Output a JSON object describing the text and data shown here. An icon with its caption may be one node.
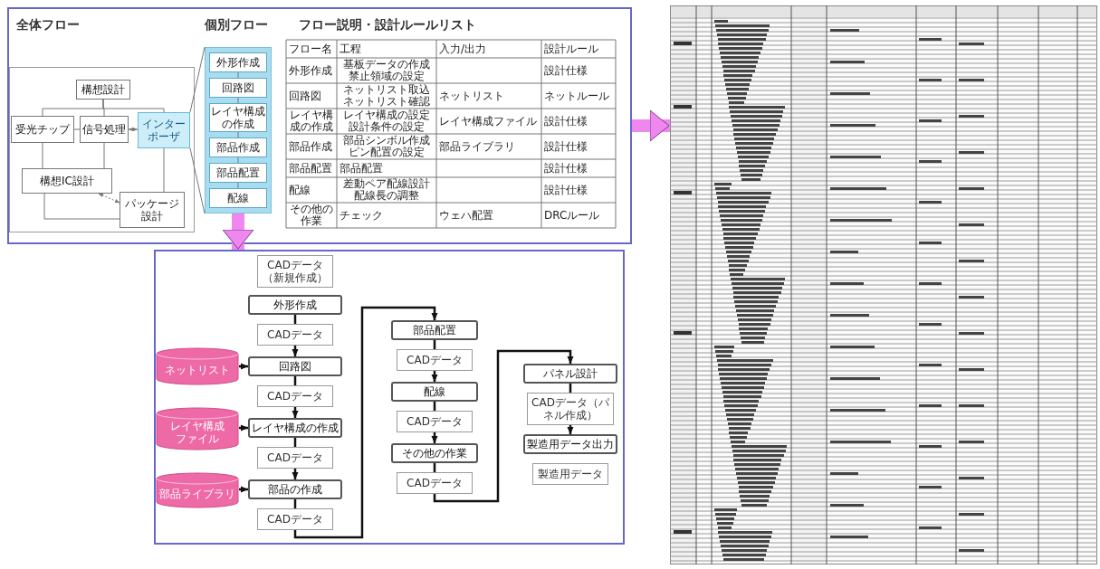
{
  "diagram": {
    "nodes": [
      {
        "text": [],
        "shape": "box"
      },
      {
        "text": [
          "構想設計"
        ],
        "in": 0
      },
      {
        "text": [
          "受光チップ"
        ],
        "in": 0
      },
      {
        "text": [
          "信号処理"
        ],
        "in": 0
      },
      {
        "text": [
          "インターポーザ"
        ],
        "in": 0
      },
      {
        "text": [
          "構想IC設計"
        ],
        "in": 0
      },
      {
        "text": [
          "パッケージ設計"
        ],
        "in": 0
      },
      {
        "text": [],
        "shape": "band",
        "in": 0
      },
      {
        "text": [
          "外形作成"
        ],
        "in": 7
      },
      {
        "text": [
          "回路図"
        ],
        "in": 7
      },
      {
        "text": [
          "レイヤ構成の作成"
        ],
        "in": 7
      },
      {
        "text": [
          "部品作成"
        ],
        "in": 7
      },
      {
        "text": [
          "部品配置"
        ],
        "in": 7
      },
      {
        "text": [
          "配線"
        ],
        "in": 7
      },
      {
        "text": [],
        "shape": "box"
      },
      {
        "text": [
          "CADデータ（新規作成）"
        ],
        "in": 14
      },
      {
        "text": [
          "外形作成"
        ],
        "in": 14
      },
      {
        "text": [
          "CADデータ"
        ],
        "in": 14
      },
      {
        "text": [
          "回路図"
        ],
        "in": 14
      },
      {
        "text": [
          "CADデータ"
        ],
        "in": 14
      },
      {
        "text": [
          "レイヤ構成の作成"
        ],
        "in": 14
      },
      {
        "text": [
          "CADデータ"
        ],
        "in": 14
      },
      {
        "text": [
          "部品の作成"
        ],
        "in": 14
      },
      {
        "text": [
          "CADデータ"
        ],
        "in": 14
      },
      {
        "text": [
          "部品配置"
        ],
        "in": 14
      },
      {
        "text": [
          "CADデータ"
        ],
        "in": 14
      },
      {
        "text": [
          "配線"
        ],
        "in": 14
      },
      {
        "text": [
          "CADデータ"
        ],
        "in": 14
      },
      {
        "text": [
          "その他の作業"
        ],
        "in": 14
      },
      {
        "text": [
          "CADデータ"
        ],
        "in": 14
      },
      {
        "text": [
          "パネル設計"
        ],
        "in": 14
      },
      {
        "text": [
          "CADデータ（パネル作成）"
        ],
        "in": 14
      },
      {
        "text": [
          "製造用データ出力"
        ],
        "in": 14
      },
      {
        "text": [
          "製造用データ"
        ],
        "in": 14
      },
      {
        "text": [
          "ネットリスト"
        ],
        "in": 14
      },
      {
        "text": [
          "レイヤ構成ファイル"
        ],
        "in": 14
      },
      {
        "text": [
          "部品ライブラリ"
        ],
        "in": 14
      },
      {
        "text": [],
        "shape": "picture"
      }
    ],
    "edges": [
      {
        "from": 1,
        "to": 2,
        "arrow": "none",
        "color": "#777777"
      },
      {
        "from": 1,
        "to": 3,
        "arrow": "none",
        "color": "#777777"
      },
      {
        "from": 1,
        "to": 4,
        "arrow": "none",
        "color": "#777777"
      },
      {
        "from": 2,
        "to": 3,
        "arrow": "none",
        "color": "#777777"
      },
      {
        "from": 3,
        "to": 4,
        "arrow": "both",
        "style": "dashed",
        "color": "#777777"
      },
      {
        "from": 2,
        "to": 5,
        "arrow": "none",
        "color": "#777777"
      },
      {
        "from": 3,
        "to": 5,
        "arrow": "none",
        "color": "#777777"
      },
      {
        "from": 5,
        "to": 6,
        "arrow": "both",
        "style": "dashed",
        "color": "#777777"
      },
      {
        "from": 5,
        "to": 6,
        "arrow": "none",
        "color": "#777777"
      },
      {
        "from": 4,
        "to": 6,
        "arrow": "none",
        "color": "#777777"
      },
      {
        "from": 4,
        "to": 7,
        "arrow": "none",
        "color": "#777777"
      },
      {
        "from": 8,
        "to": 9,
        "arrow": "none",
        "color": "#777777"
      },
      {
        "from": 9,
        "to": 10,
        "arrow": "none",
        "color": "#777777"
      },
      {
        "from": 10,
        "to": 11,
        "arrow": "none",
        "color": "#777777"
      },
      {
        "from": 11,
        "to": 12,
        "arrow": "none",
        "color": "#777777"
      },
      {
        "from": 12,
        "to": 13,
        "arrow": "none",
        "color": "#777777"
      },
      {
        "from": 7,
        "to": 14,
        "arrow": "to",
        "style": "thick",
        "color": "#ee88ee"
      },
      {
        "from": 0,
        "to": 37,
        "arrow": "to",
        "style": "thick",
        "color": "#ee88ee"
      },
      {
        "from": 16,
        "to": 17,
        "arrow": "none"
      },
      {
        "from": 17,
        "to": 18,
        "arrow": "to"
      },
      {
        "from": 18,
        "to": 19,
        "arrow": "none"
      },
      {
        "from": 19,
        "to": 20,
        "arrow": "to"
      },
      {
        "from": 20,
        "to": 21,
        "arrow": "none"
      },
      {
        "from": 21,
        "to": 22,
        "arrow": "to"
      },
      {
        "from": 22,
        "to": 23,
        "arrow": "none"
      },
      {
        "from": 23,
        "to": 24,
        "arrow": "to"
      },
      {
        "from": 24,
        "to": 25,
        "arrow": "none"
      },
      {
        "from": 25,
        "to": 26,
        "arrow": "to"
      },
      {
        "from": 26,
        "to": 27,
        "arrow": "none"
      },
      {
        "from": 27,
        "to": 28,
        "arrow": "to"
      },
      {
        "from": 28,
        "to": 29,
        "arrow": "none"
      },
      {
        "from": 29,
        "to": 30,
        "arrow": "to"
      },
      {
        "from": 30,
        "to": 31,
        "arrow": "none"
      },
      {
        "from": 31,
        "to": 32,
        "arrow": "to"
      },
      {
        "from": 34,
        "to": 18,
        "arrow": "to"
      },
      {
        "from": 35,
        "to": 20,
        "arrow": "to"
      },
      {
        "from": 36,
        "to": 22,
        "arrow": "to"
      }
    ],
    "labels": [
      "全体フロー",
      "個別フロー",
      "フロー説明・設計ルールリスト",
      "フロー名",
      "工程",
      "入力/出力",
      "設計ルール",
      "外形作成",
      "基板データの作成禁止領域の設定",
      "設計仕様",
      "回路図",
      "ネットリスト取込ネットリスト確認",
      "ネットリスト",
      "ネットルール",
      "レイヤ構成の作成",
      "レイヤ構成の設定設計条件の設定",
      "レイヤ構成ファイル",
      "設計仕様",
      "部品作成",
      "部品シンボル作成ピン配置の設定",
      "部品ライブラリ",
      "設計仕様",
      "部品配置",
      "部品配置",
      "設計仕様",
      "配線",
      "差動ペア配線設計配線長の調整",
      "設計仕様",
      "その他の作業",
      "チェック",
      "ウェハ配置",
      "DRCルール"
    ]
  }
}
